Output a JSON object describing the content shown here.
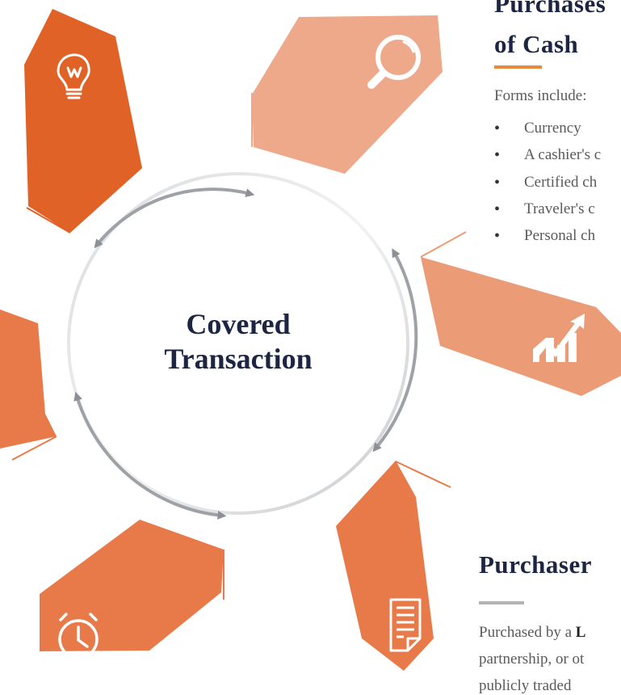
{
  "center": {
    "line1": "Covered",
    "line2": "Transaction"
  },
  "top_panel": {
    "title_line1": "Purchases",
    "title_line2": "of Cash",
    "forms_label": "Forms include:",
    "forms": [
      "Currency",
      "A cashier's c",
      "Certified ch",
      "Traveler's c",
      "Personal ch"
    ]
  },
  "bottom_panel": {
    "title": "Purchaser",
    "body_prefix": "Purchased by a ",
    "body_bold": "L",
    "body_line2": "partnership, or ot",
    "body_line3": "publicly traded"
  },
  "icons": {
    "top_left": "lightbulb-icon",
    "top_right": "magnifier-icon",
    "right": "growth-chart-icon",
    "bottom_right": "document-icon",
    "bottom_left": "stopwatch-icon"
  },
  "colors": {
    "dark_orange": "#e06226",
    "medium_orange": "#e87a4a",
    "salmon": "#eb9d78",
    "light_salmon": "#eda98a",
    "navy": "#1c2541",
    "accent_line": "#e8893f",
    "gray_line": "#b3b3b3"
  }
}
